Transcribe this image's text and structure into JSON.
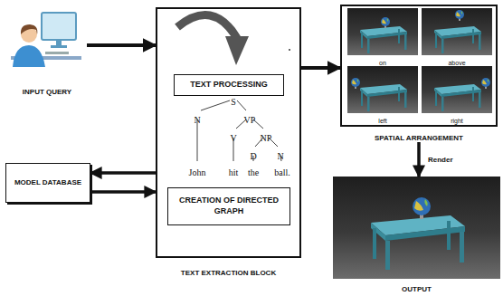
{
  "diagram": {
    "nodes": [
      {
        "text": [
          "INPUT QUERY"
        ]
      },
      {
        "text": [
          "TEXT EXTRACTION BLOCK"
        ]
      },
      {
        "text": [
          "TEXT PROCESSING"
        ],
        "in": 1
      },
      {
        "text": [
          "CREATION OF DIRECTED GRAPH"
        ],
        "in": 1
      },
      {
        "text": [
          "MODEL DATABASE"
        ]
      },
      {
        "text": [
          "SPATIAL ARRANGEMENT"
        ]
      },
      {
        "text": [
          "on"
        ],
        "in": 5
      },
      {
        "text": [
          "above"
        ],
        "in": 5
      },
      {
        "text": [
          "left"
        ],
        "in": 5
      },
      {
        "text": [
          "right"
        ],
        "in": 5
      },
      {
        "text": [
          "OUTPUT"
        ]
      }
    ],
    "edges": [
      {
        "from": 0,
        "to": 1,
        "arrow": "to"
      },
      {
        "from": 1,
        "to": 4,
        "arrow": "to"
      },
      {
        "from": 4,
        "to": 1,
        "arrow": "to"
      },
      {
        "from": 1,
        "to": 5,
        "arrow": "to"
      },
      {
        "from": 5,
        "to": 10,
        "arrow": "to",
        "label": "Render"
      }
    ],
    "labels": [
      "S",
      "N",
      "VP",
      "V",
      "NP",
      "D",
      "N",
      "John",
      "hit",
      "the",
      "ball."
    ]
  }
}
